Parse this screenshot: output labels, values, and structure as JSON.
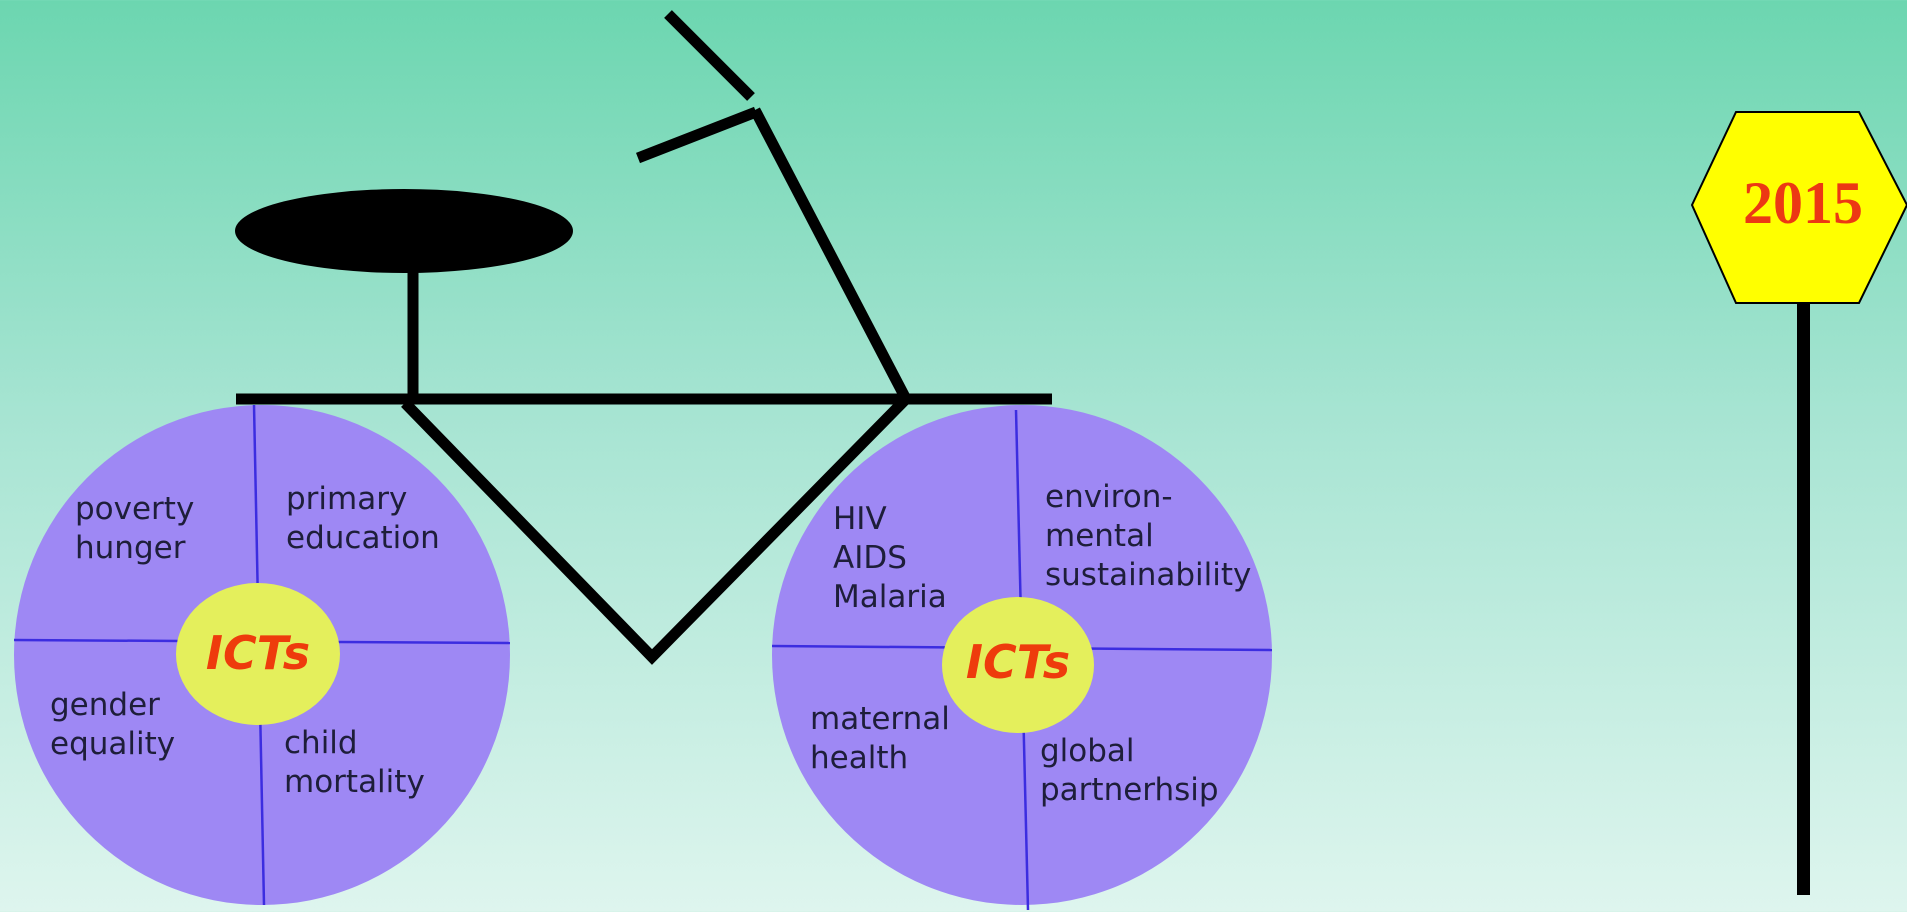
{
  "colors": {
    "wheel_fill": "#9e88f4",
    "wheel_line": "#3c2de0",
    "hub_fill": "#e4ef5c",
    "ict_text": "#ee3b0c",
    "sign_fill": "#ffff00",
    "year_text": "#ec3814",
    "frame": "#000000"
  },
  "left_wheel": {
    "hub_label": "ICTs",
    "quadrants": {
      "top_left": "poverty\nhunger",
      "top_right": "primary\neducation",
      "bottom_left": "gender\nequality",
      "bottom_right": "child\nmortality"
    }
  },
  "right_wheel": {
    "hub_label": "ICTs",
    "quadrants": {
      "top_left": "HIV\nAIDS\nMalaria",
      "top_right": "environ-\nmental\nsustainability",
      "bottom_left": "maternal\nhealth",
      "bottom_right": "global\npartnerhsip"
    }
  },
  "goal_sign": {
    "year": "2015"
  }
}
